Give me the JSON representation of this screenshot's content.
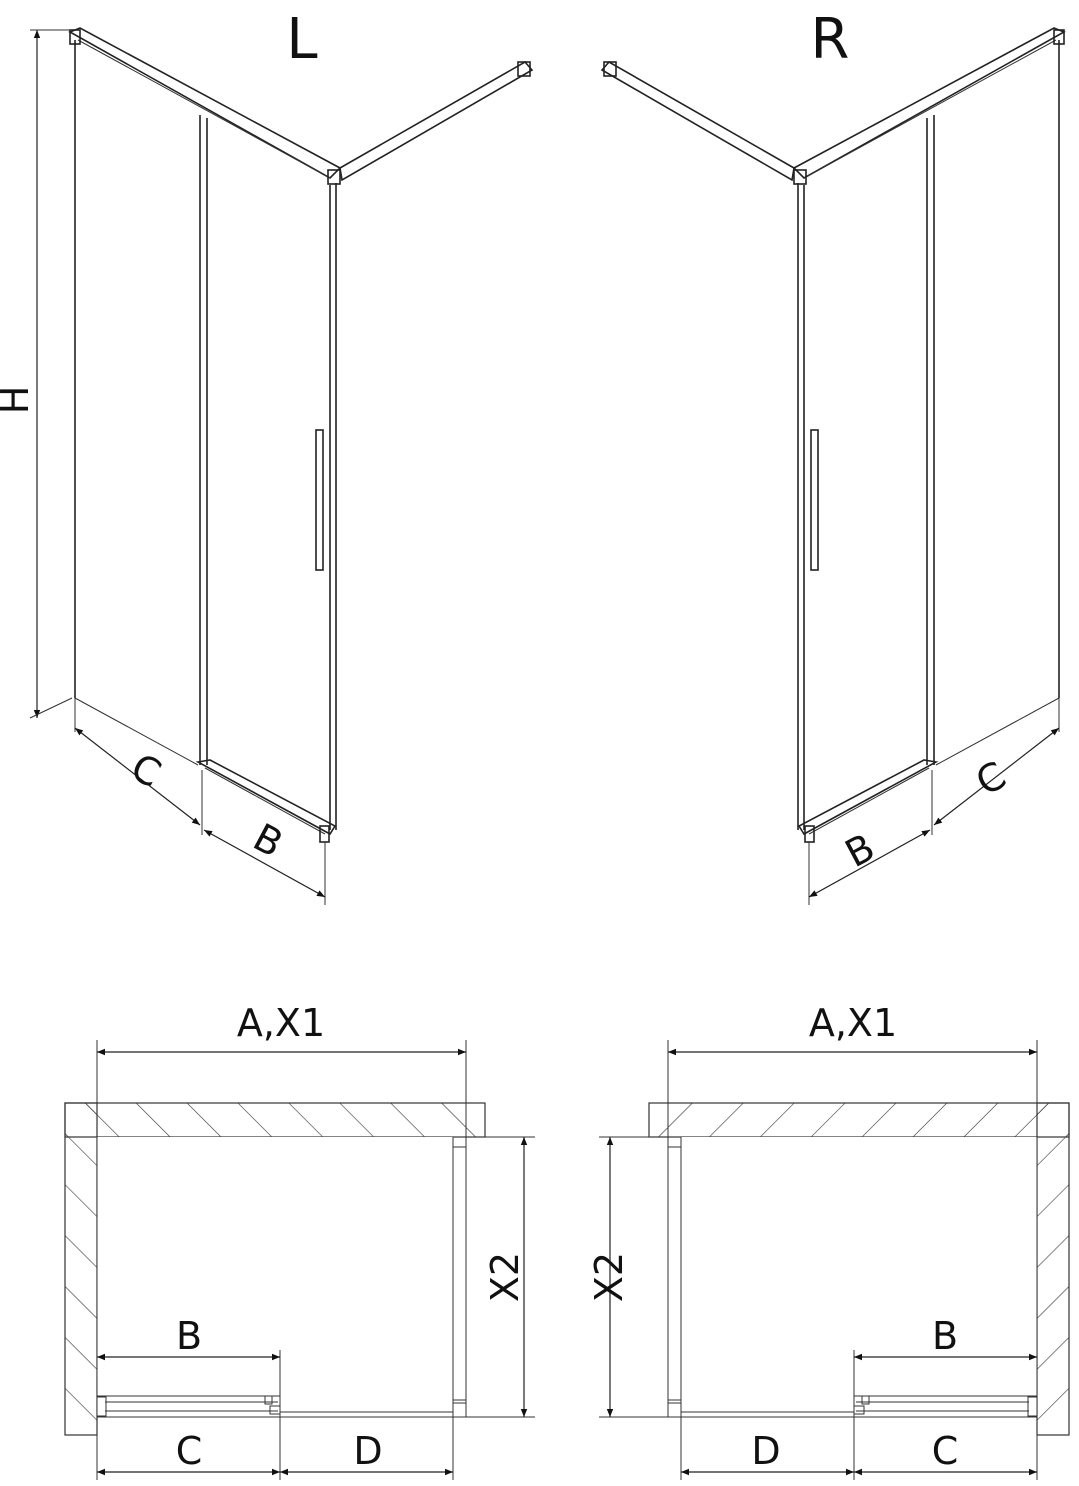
{
  "left_view": {
    "title": "L",
    "height_label": "H",
    "c_label": "C",
    "b_label": "B"
  },
  "right_view": {
    "title": "R",
    "c_label": "C",
    "b_label": "B"
  },
  "left_plan": {
    "width_label": "A,X1",
    "depth_label": "X2",
    "b_label": "B",
    "c_label": "C",
    "d_label": "D"
  },
  "right_plan": {
    "width_label": "A,X1",
    "depth_label": "X2",
    "b_label": "B",
    "c_label": "C",
    "d_label": "D"
  }
}
